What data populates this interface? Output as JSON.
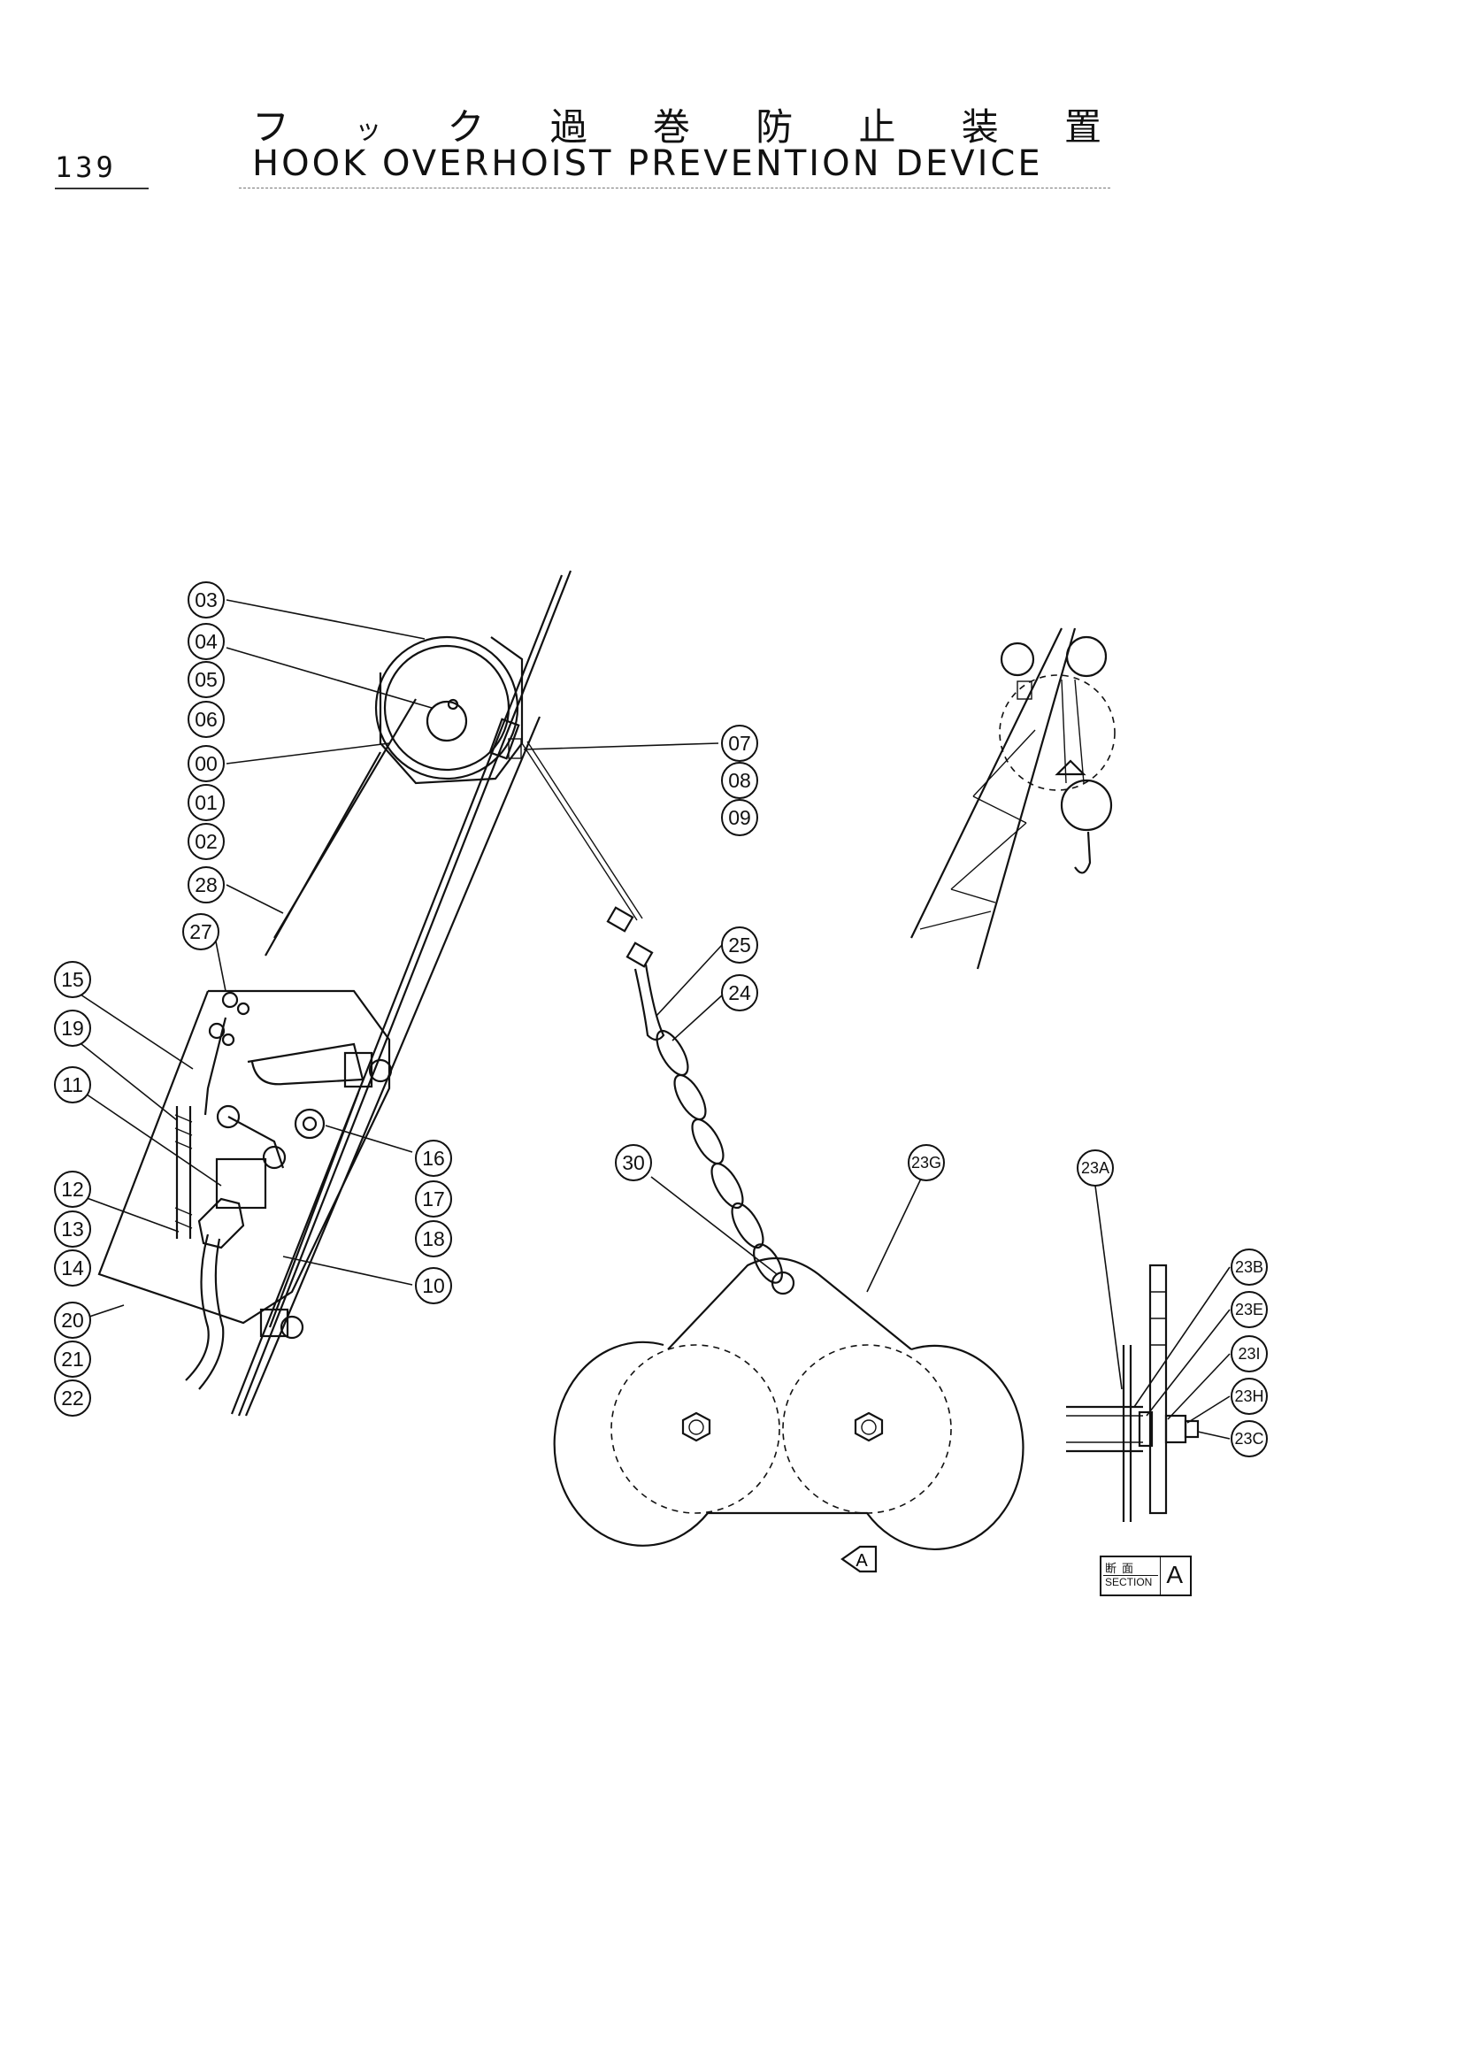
{
  "header": {
    "page_number": "139",
    "title_jp_chars": [
      "フ",
      "ッ",
      "ク",
      "過",
      "巻",
      "防",
      "止",
      "装",
      "置"
    ],
    "title_en": "HOOK OVERHOIST PREVENTION DEVICE"
  },
  "callouts": {
    "c03": "03",
    "c04": "04",
    "c05": "05",
    "c06": "06",
    "c00": "00",
    "c01": "01",
    "c02": "02",
    "c28": "28",
    "c27": "27",
    "c15": "15",
    "c19": "19",
    "c11": "11",
    "c12": "12",
    "c13": "13",
    "c14": "14",
    "c20": "20",
    "c21": "21",
    "c22": "22",
    "c07": "07",
    "c08": "08",
    "c09": "09",
    "c25": "25",
    "c24": "24",
    "c16": "16",
    "c17": "17",
    "c18": "18",
    "c10": "10",
    "c30": "30",
    "c23G": "23G",
    "c23A": "23A",
    "c23B": "23B",
    "c23E": "23E",
    "c23I": "23I",
    "c23H": "23H",
    "c23C": "23C"
  },
  "view_marker": "A",
  "section_label": {
    "jp": "断面",
    "en": "SECTION",
    "letter": "A"
  }
}
